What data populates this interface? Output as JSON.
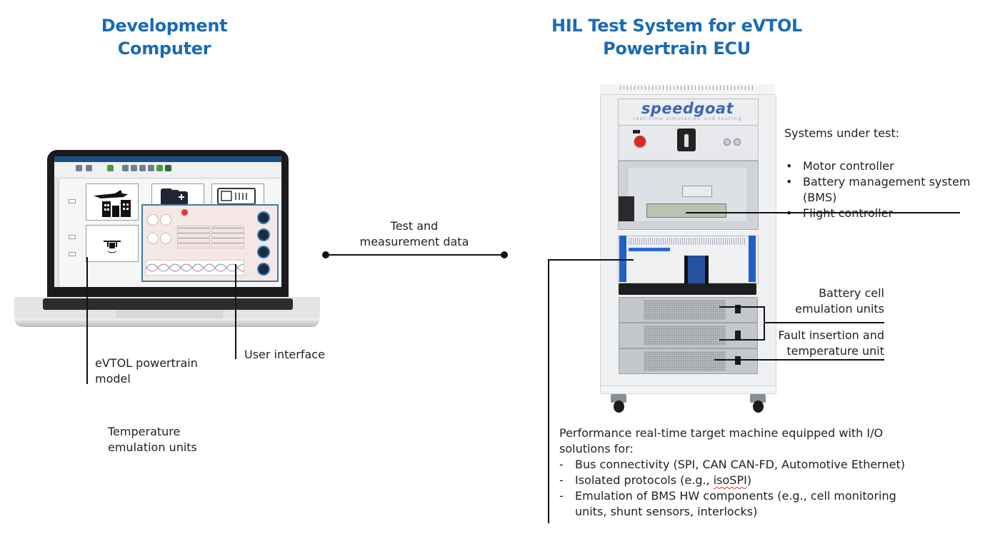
{
  "titles": {
    "left": [
      "Development",
      "Computer"
    ],
    "right": [
      "HIL Test System for eVTOL",
      "Powertrain ECU"
    ]
  },
  "connection": {
    "label": [
      "Test and",
      "measurement data"
    ]
  },
  "laptop_callouts": {
    "model": [
      "eVTOL powertrain",
      "model"
    ],
    "ui": "User interface",
    "temperature": [
      "Temperature",
      "emulation units"
    ]
  },
  "rack": {
    "brand": "speedgoat",
    "tagline": "real-time simulation and testing"
  },
  "systems_under_test": {
    "heading": "Systems under test:",
    "items": [
      "Motor controller",
      "Battery management system (BMS)",
      "Flight controller"
    ]
  },
  "rack_callouts": {
    "battery": [
      "Battery cell",
      "emulation units"
    ],
    "fault": [
      "Fault insertion and",
      "temperature unit"
    ]
  },
  "target_machine": {
    "intro": [
      "Performance real-time target machine equipped with I/O",
      "solutions for:"
    ],
    "items": [
      {
        "text": "Bus connectivity (SPI, CAN CAN-FD, Automotive Ethernet)"
      },
      {
        "prefix": "Isolated protocols (e.g., ",
        "flagged": "isoSPI",
        "suffix": ")"
      },
      {
        "text": "Emulation of BMS HW components (e.g., cell monitoring",
        "cont": "units, shunt sensors, interlocks)"
      }
    ]
  },
  "colors": {
    "title": "#1a6bb5",
    "brand": "#3c67b3",
    "rack_accent": "#1f5fc5",
    "estop": "#d32b23"
  }
}
